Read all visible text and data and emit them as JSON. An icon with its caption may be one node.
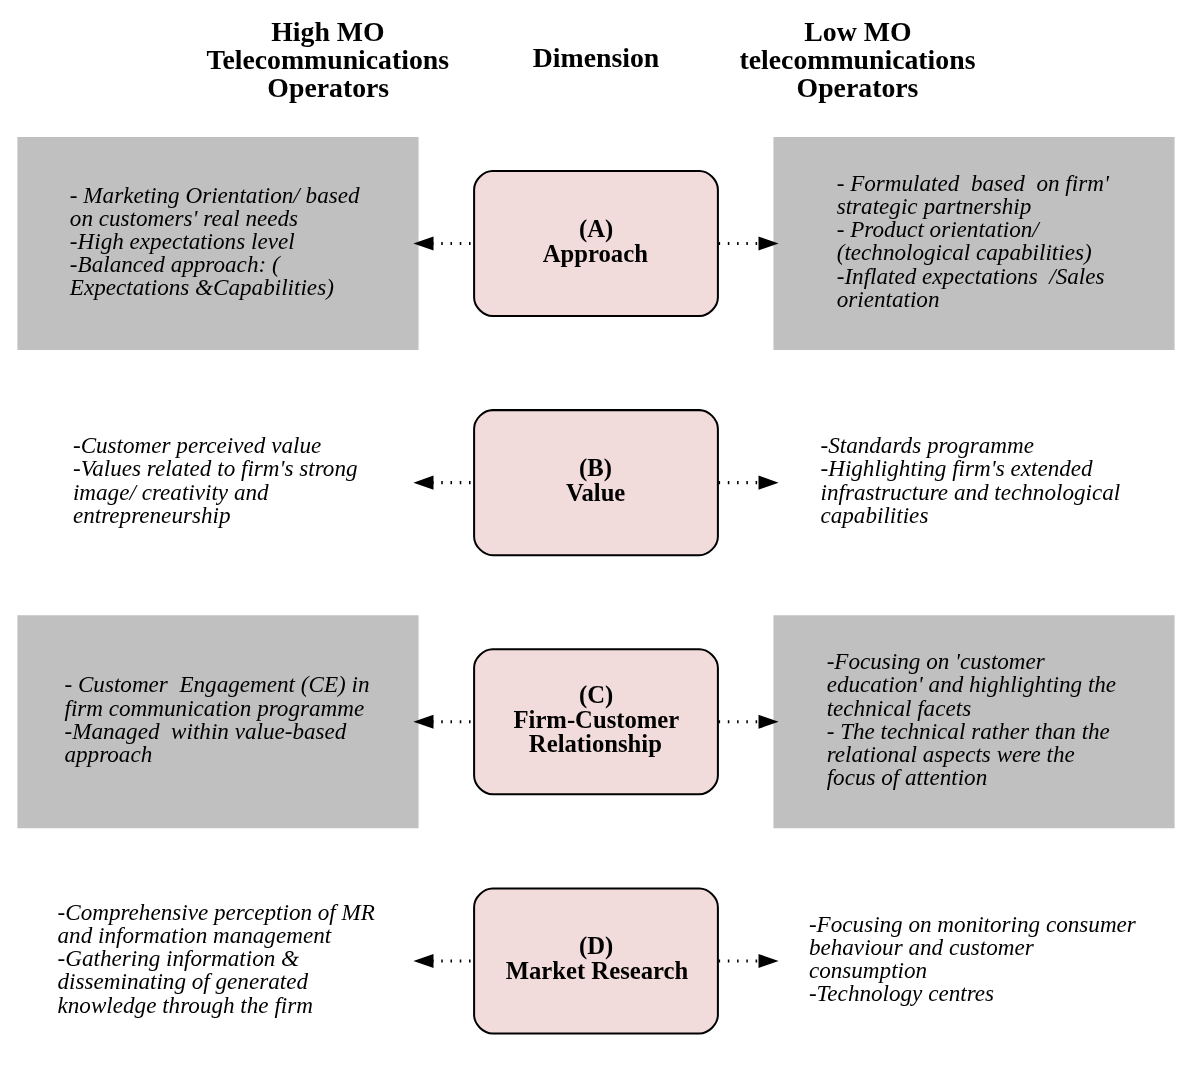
{
  "diagram": {
    "nodes": [
      {
        "text": [
          "- Marketing Orientation/ based on customers' real needs",
          "-High expectations level",
          "-Balanced approach: ( Expectations &Capabilities)"
        ]
      },
      {
        "text": [
          "(A)",
          "Approach"
        ]
      },
      {
        "text": [
          "- Formulated  based  on firm' strategic partnership",
          "- Product orientation/ (technological capabilities)",
          "-Inflated expectations  /Sales orientation"
        ]
      },
      {
        "text": [
          "-Customer perceived value",
          "-Values related to firm's strong image/ creativity and entrepreneurship"
        ]
      },
      {
        "text": [
          "(B)",
          "Value"
        ]
      },
      {
        "text": [
          "-Standards programme",
          "-Highlighting firm's extended infrastructure and technological capabilities"
        ]
      },
      {
        "text": [
          "- Customer  Engagement (CE) in firm communication programme",
          "-Managed  within value-based approach"
        ]
      },
      {
        "text": [
          "(C)",
          "Firm-Customer Relationship"
        ]
      },
      {
        "text": [
          "-Focusing on 'customer education' and highlighting the technical facets",
          "- The technical rather than the relational aspects were the focus of attention"
        ]
      },
      {
        "text": [
          "-Comprehensive perception of MR and information management",
          "-Gathering information & disseminating of generated knowledge through the firm"
        ]
      },
      {
        "text": [
          "(D)",
          "Market Research"
        ]
      },
      {
        "text": [
          "-Focusing on monitoring consumer behaviour and customer  consumption",
          "-Technology centres"
        ]
      }
    ],
    "edges": [
      {
        "from": 1,
        "to": 0,
        "arrow": "to"
      },
      {
        "from": 1,
        "to": 2,
        "arrow": "to"
      },
      {
        "from": 4,
        "to": 3,
        "arrow": "to"
      },
      {
        "from": 4,
        "to": 5,
        "arrow": "to"
      },
      {
        "from": 7,
        "to": 6,
        "arrow": "to"
      },
      {
        "from": 7,
        "to": 8,
        "arrow": "to"
      },
      {
        "from": 10,
        "to": 9,
        "arrow": "to"
      },
      {
        "from": 10,
        "to": 11,
        "arrow": "to"
      }
    ],
    "labels": [
      "High MO Telecommunications Operators",
      "Dimension",
      "Low MO telecommunications Operators"
    ]
  }
}
